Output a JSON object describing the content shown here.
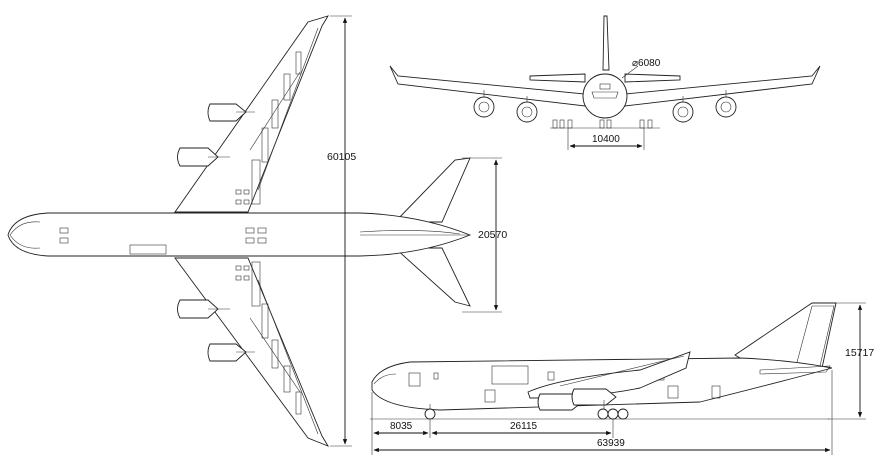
{
  "dimensions": {
    "wingspan": "60105",
    "tail_span": "20570",
    "fuselage_diameter": "⌀6080",
    "main_gear_track": "10400",
    "height": "15717",
    "nose_to_main_gear": "8035",
    "wheelbase": "26115",
    "overall_length": "63939"
  }
}
